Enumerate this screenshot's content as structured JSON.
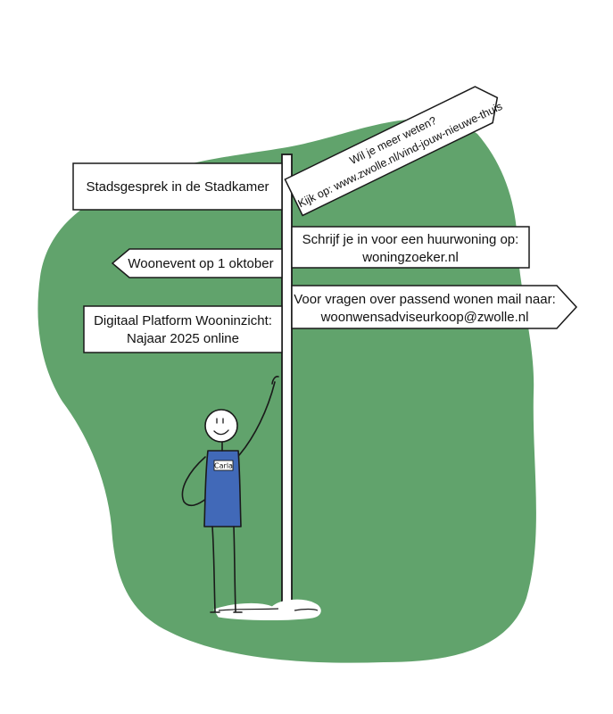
{
  "colors": {
    "blob": "#61a36c",
    "sign_fill": "#ffffff",
    "stroke": "#1a1a1a",
    "shirt": "#4169b8"
  },
  "signs": {
    "stadsgesprek": "Stadsgesprek in de Stadkamer",
    "meer_weten_line1": "Wil je meer weten?",
    "meer_weten_line2": "Kijk op: www.zwolle.nl/vind-jouw-nieuwe-thuis",
    "huurwoning_line1": "Schrijf je in voor een huurwoning op:",
    "huurwoning_line2": "woningzoeker.nl",
    "woonevent": "Woonevent op 1 oktober",
    "vragen_line1": "Voor vragen over passend wonen mail naar:",
    "vragen_line2": "woonwensadviseurkoop@zwolle.nl",
    "platform_line1": "Digitaal Platform Wooninzicht:",
    "platform_line2": "Najaar 2025 online"
  },
  "figure": {
    "name_badge": "Carla"
  }
}
